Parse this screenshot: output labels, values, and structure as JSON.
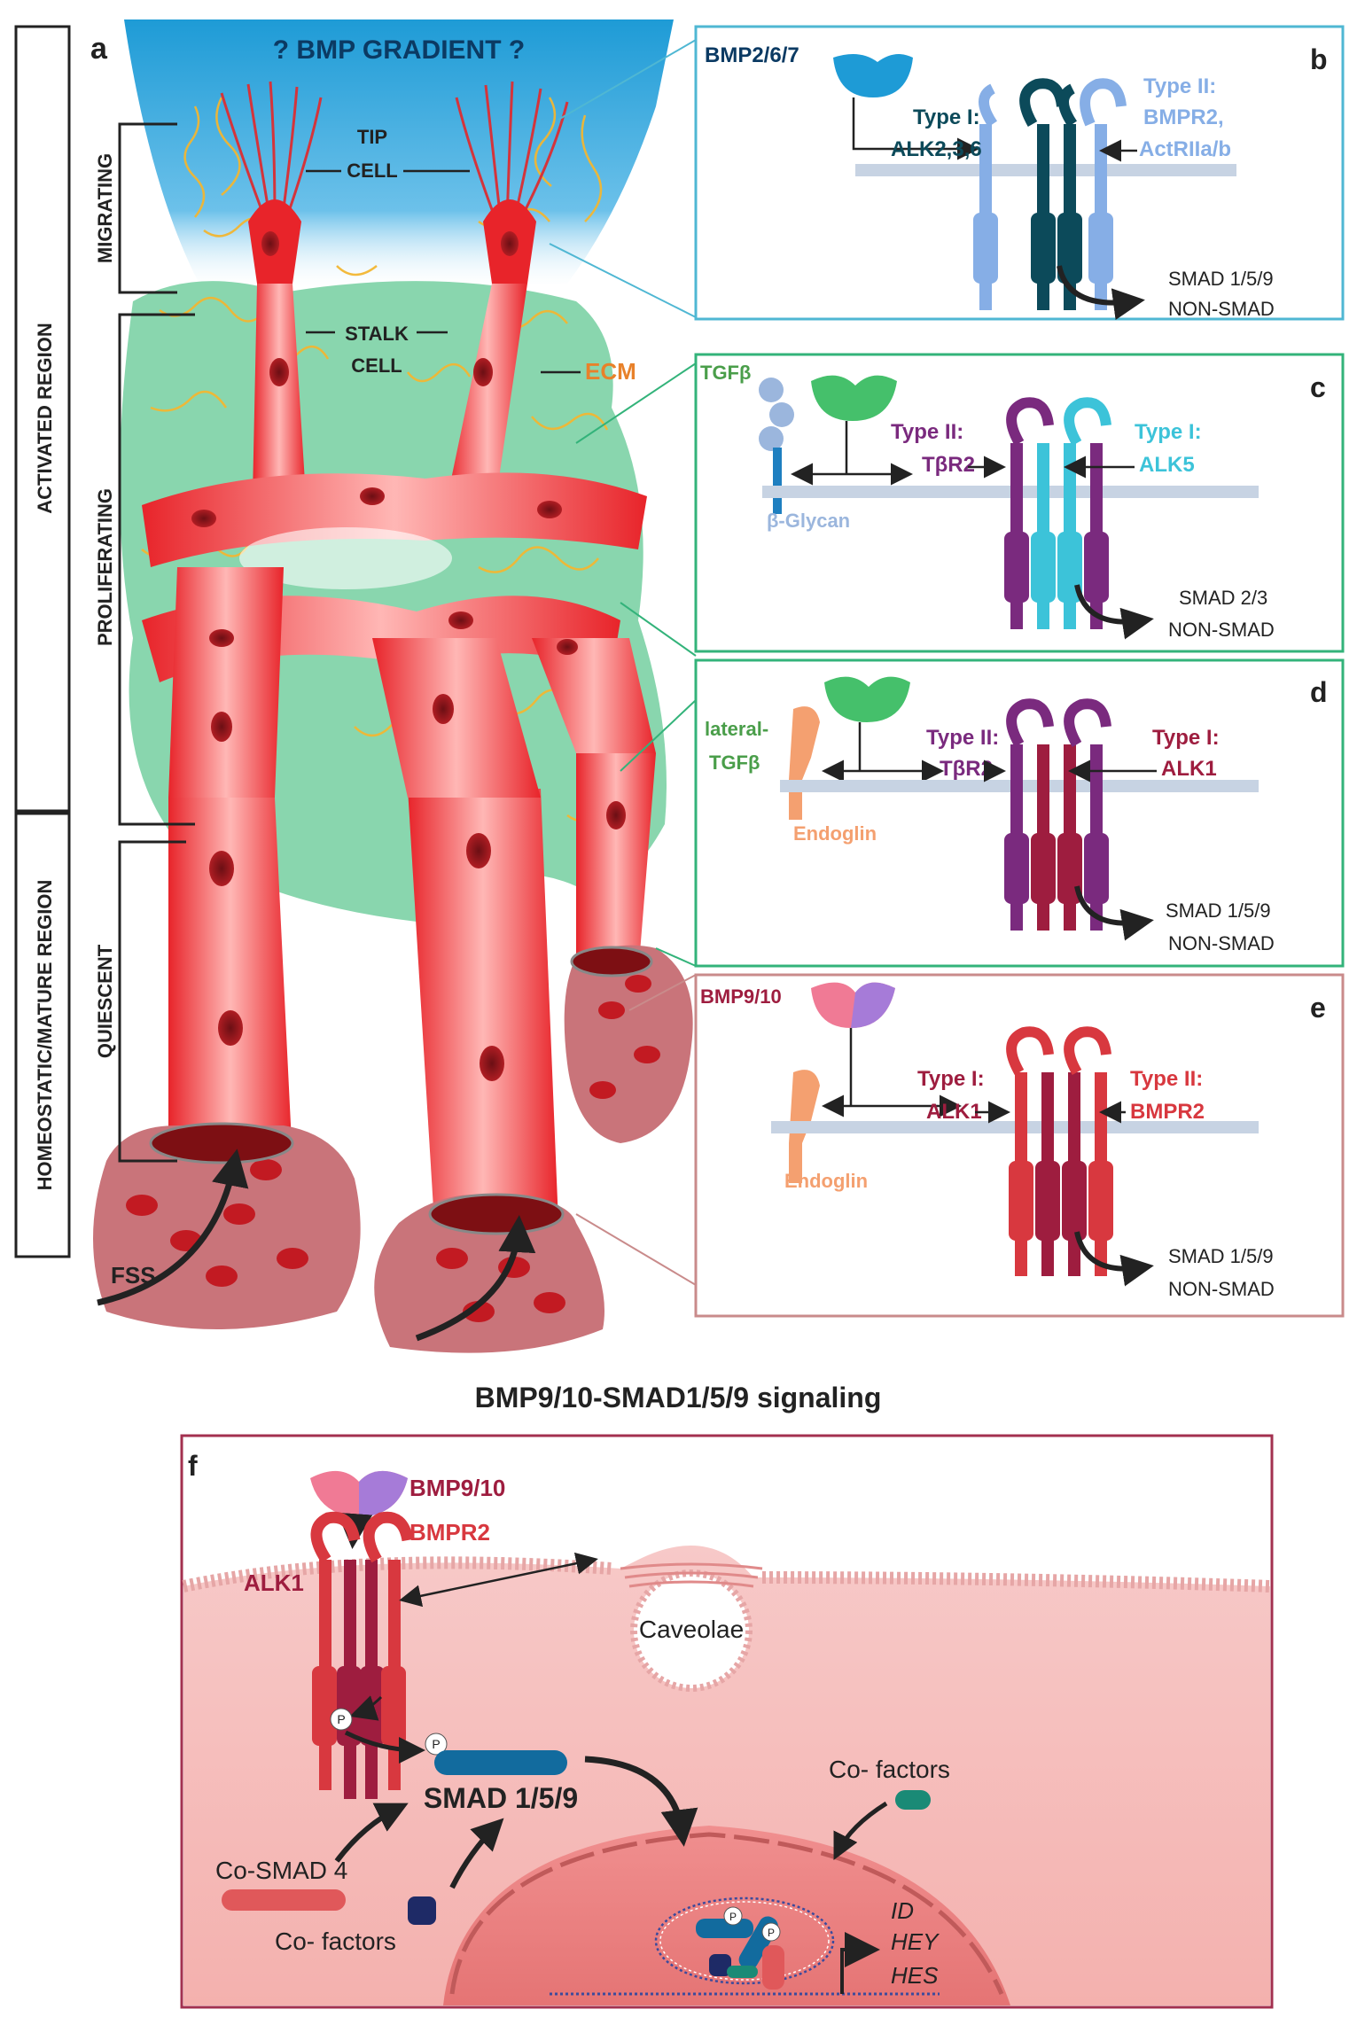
{
  "colors": {
    "vessel": "#e8242a",
    "ecm_fiber": "#f2b632",
    "ecm_green": "#74cfa0",
    "gradient_blue": "#1e9bd6",
    "membrane": "#c7d3e3",
    "panel_b_border": "#4fb7d3",
    "panel_cd_border": "#33b37a",
    "panel_e_border": "#c98b8b",
    "panel_f_border": "#a3304f",
    "alk_dark_teal": "#0c4a5a",
    "type2_light_blue": "#86aee6",
    "tgfb_purple": "#7a2a7e",
    "alk5_cyan": "#3cc3d9",
    "alk1_crimson": "#9e1d3f",
    "bmpr2_red": "#d8383f",
    "endoglin_orange": "#f4a070",
    "text_dark": "#222222"
  },
  "side_labels": {
    "activated": "ACTIVATED REGION",
    "homeostatic": "HOMEOSTATIC/MATURE REGION",
    "migrating": "MIGRATING",
    "proliferating": "PROLIFERATING",
    "quiescent": "QUIESCENT"
  },
  "panel_a": {
    "letter": "a",
    "gradient": "? BMP GRADIENT ?",
    "tip_cell": [
      "TIP",
      "CELL"
    ],
    "stalk_cell": [
      "STALK",
      "CELL"
    ],
    "ecm": "ECM",
    "fss": "FSS"
  },
  "panel_b": {
    "letter": "b",
    "ligand": "BMP2/6/7",
    "type1_title": "Type I:",
    "type1_names": "ALK2,3,6",
    "type2_title": "Type II:",
    "type2_names": [
      "BMPR2,",
      "ActRIIa/b"
    ],
    "out1": "SMAD 1/5/9",
    "out2": "NON-SMAD"
  },
  "panel_c": {
    "letter": "c",
    "ligand": "TGFβ",
    "coreceptor": "β-Glycan",
    "type2_title": "Type II:",
    "type2_name": "TβR2",
    "type1_title": "Type I:",
    "type1_name": "ALK5",
    "out1": "SMAD 2/3",
    "out2": "NON-SMAD"
  },
  "panel_d": {
    "letter": "d",
    "ligand": [
      "lateral-",
      "TGFβ"
    ],
    "coreceptor": "Endoglin",
    "type2_title": "Type II:",
    "type2_name": "TβR2",
    "type1_title": "Type I:",
    "type1_name": "ALK1",
    "out1": "SMAD 1/5/9",
    "out2": "NON-SMAD"
  },
  "panel_e": {
    "letter": "e",
    "ligand": "BMP9/10",
    "coreceptor": "Endoglin",
    "type1_title": "Type I:",
    "type1_name": "ALK1",
    "type2_title": "Type II:",
    "type2_name": "BMPR2",
    "out1": "SMAD 1/5/9",
    "out2": "NON-SMAD"
  },
  "panel_f": {
    "heading": "BMP9/10-SMAD1/5/9 signaling",
    "letter": "f",
    "ligand": "BMP9/10",
    "bmpr2": "BMPR2",
    "alk1": "ALK1",
    "caveolae": "Caveolae",
    "smad": "SMAD 1/5/9",
    "cosmad": "Co-SMAD 4",
    "cofactors_left": "Co- factors",
    "cofactors_right": "Co- factors",
    "phospho": "P",
    "genes": [
      "ID",
      "HEY",
      "HES"
    ]
  }
}
